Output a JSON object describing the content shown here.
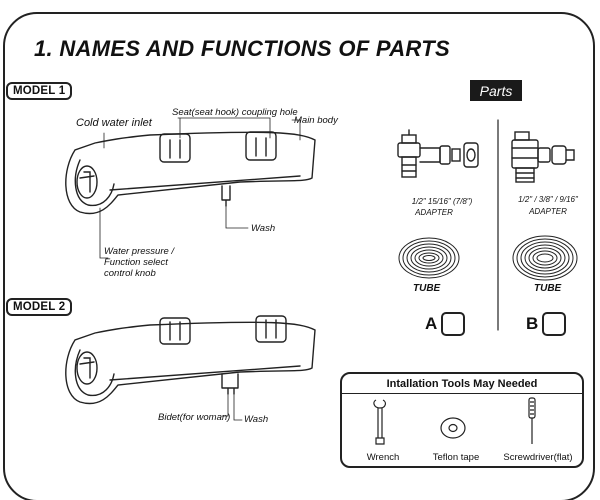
{
  "header": {
    "title": "1. NAMES AND FUNCTIONS OF PARTS"
  },
  "models": [
    {
      "label": "MODEL 1"
    },
    {
      "label": "MODEL 2"
    }
  ],
  "model1_labels": {
    "inlet": "Cold water inlet",
    "seat_hook": "Seat(seat hook) coupling hole",
    "main_body": "Main body",
    "wash": "Wash",
    "knob_line1": "Water pressure /",
    "knob_line2": "Function select",
    "knob_line3": "control knob"
  },
  "model2_labels": {
    "bidet": "Bidet(for woman)",
    "wash": "Wash"
  },
  "parts": {
    "title": "Parts",
    "a": {
      "sizes": "1/2\"   15/16\"   (7/8\")",
      "adapter": "ADAPTER",
      "tube": "TUBE",
      "choice": "A"
    },
    "b": {
      "sizes": "1/2\" / 3/8\" / 9/16\"",
      "adapter": "ADAPTER",
      "tube": "TUBE",
      "choice": "B"
    }
  },
  "tools": {
    "title": "Intallation Tools May Needed",
    "items": [
      "Wrench",
      "Teflon tape",
      "Screwdriver(flat)"
    ]
  }
}
